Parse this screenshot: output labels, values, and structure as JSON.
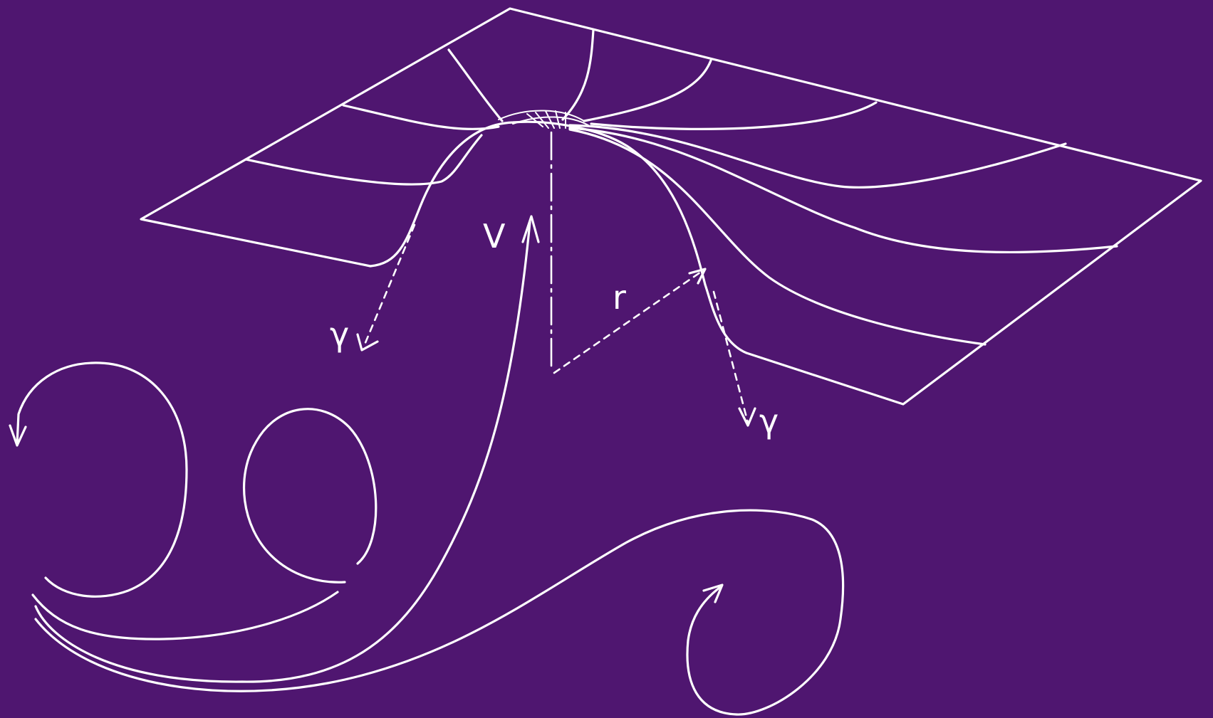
{
  "diagram": {
    "background_color": "#4f1670",
    "stroke_color": "#ffffff",
    "labels": {
      "velocity": "V",
      "radius": "r",
      "strain_left": "γ",
      "strain_right": "γ"
    }
  }
}
